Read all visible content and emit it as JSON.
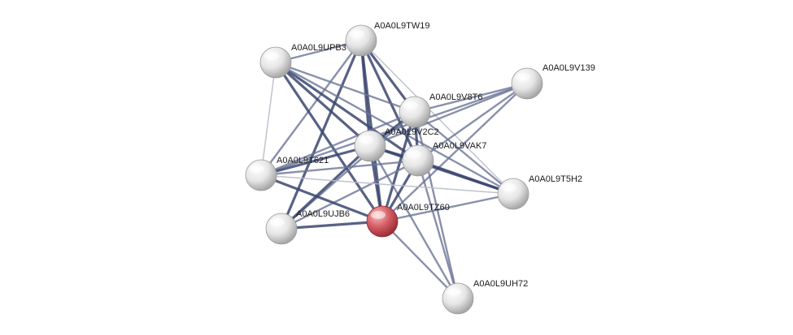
{
  "network": {
    "colors": {
      "background": "#ffffff",
      "edge_strong": "#3b4770",
      "edge_medium": "#6a7496",
      "edge_light": "#b9bdc8",
      "node_default": "#d9d9d9",
      "node_query": "#d2555c"
    },
    "nodes": [
      {
        "id": "n_tw19",
        "label": "A0A0L9TW19",
        "query": false
      },
      {
        "id": "n_upb3",
        "label": "A0A0L9UPB3",
        "query": false
      },
      {
        "id": "n_v139",
        "label": "A0A0L9V139",
        "query": false
      },
      {
        "id": "n_v8t6",
        "label": "A0A0L9V8T6",
        "query": false
      },
      {
        "id": "n_v2c2",
        "label": "A0A0L9V2C2",
        "query": false
      },
      {
        "id": "n_vak7",
        "label": "A0A0L9VAK7",
        "query": false
      },
      {
        "id": "n_t621",
        "label": "A0A0L9T621",
        "query": false
      },
      {
        "id": "n_t5h2",
        "label": "A0A0L9T5H2",
        "query": false
      },
      {
        "id": "n_ujb6",
        "label": "A0A0L9UJB6",
        "query": false
      },
      {
        "id": "n_tz60",
        "label": "A0A0L9TZ60",
        "query": true
      },
      {
        "id": "n_uh72",
        "label": "A0A0L9UH72",
        "query": false
      }
    ],
    "edges": [
      {
        "source": "n_tw19",
        "target": "n_upb3",
        "strength": "medium"
      },
      {
        "source": "n_tw19",
        "target": "n_v2c2",
        "strength": "strong"
      },
      {
        "source": "n_tw19",
        "target": "n_vak7",
        "strength": "strong"
      },
      {
        "source": "n_tw19",
        "target": "n_v8t6",
        "strength": "strong"
      },
      {
        "source": "n_tw19",
        "target": "n_tz60",
        "strength": "strong"
      },
      {
        "source": "n_tw19",
        "target": "n_ujb6",
        "strength": "strong"
      },
      {
        "source": "n_tw19",
        "target": "n_t621",
        "strength": "medium"
      },
      {
        "source": "n_tw19",
        "target": "n_t5h2",
        "strength": "light"
      },
      {
        "source": "n_upb3",
        "target": "n_v2c2",
        "strength": "strong"
      },
      {
        "source": "n_upb3",
        "target": "n_vak7",
        "strength": "strong"
      },
      {
        "source": "n_upb3",
        "target": "n_v8t6",
        "strength": "medium"
      },
      {
        "source": "n_upb3",
        "target": "n_tz60",
        "strength": "strong"
      },
      {
        "source": "n_upb3",
        "target": "n_t621",
        "strength": "light"
      },
      {
        "source": "n_upb3",
        "target": "n_t5h2",
        "strength": "medium"
      },
      {
        "source": "n_v139",
        "target": "n_v8t6",
        "strength": "medium"
      },
      {
        "source": "n_v139",
        "target": "n_v2c2",
        "strength": "medium"
      },
      {
        "source": "n_v139",
        "target": "n_vak7",
        "strength": "medium"
      },
      {
        "source": "n_v139",
        "target": "n_tz60",
        "strength": "medium"
      },
      {
        "source": "n_v139",
        "target": "n_t621",
        "strength": "medium"
      },
      {
        "source": "n_v8t6",
        "target": "n_v2c2",
        "strength": "strong"
      },
      {
        "source": "n_v8t6",
        "target": "n_vak7",
        "strength": "strong"
      },
      {
        "source": "n_v8t6",
        "target": "n_tz60",
        "strength": "strong"
      },
      {
        "source": "n_v8t6",
        "target": "n_t621",
        "strength": "medium"
      },
      {
        "source": "n_v8t6",
        "target": "n_t5h2",
        "strength": "medium"
      },
      {
        "source": "n_v8t6",
        "target": "n_ujb6",
        "strength": "medium"
      },
      {
        "source": "n_v8t6",
        "target": "n_uh72",
        "strength": "medium"
      },
      {
        "source": "n_v2c2",
        "target": "n_vak7",
        "strength": "strong"
      },
      {
        "source": "n_v2c2",
        "target": "n_tz60",
        "strength": "strong"
      },
      {
        "source": "n_v2c2",
        "target": "n_t621",
        "strength": "strong"
      },
      {
        "source": "n_v2c2",
        "target": "n_ujb6",
        "strength": "strong"
      },
      {
        "source": "n_v2c2",
        "target": "n_t5h2",
        "strength": "strong"
      },
      {
        "source": "n_v2c2",
        "target": "n_uh72",
        "strength": "medium"
      },
      {
        "source": "n_vak7",
        "target": "n_tz60",
        "strength": "strong"
      },
      {
        "source": "n_vak7",
        "target": "n_t621",
        "strength": "medium"
      },
      {
        "source": "n_vak7",
        "target": "n_t5h2",
        "strength": "strong"
      },
      {
        "source": "n_vak7",
        "target": "n_ujb6",
        "strength": "medium"
      },
      {
        "source": "n_vak7",
        "target": "n_uh72",
        "strength": "medium"
      },
      {
        "source": "n_t621",
        "target": "n_tz60",
        "strength": "strong"
      },
      {
        "source": "n_t621",
        "target": "n_t5h2",
        "strength": "light"
      },
      {
        "source": "n_ujb6",
        "target": "n_tz60",
        "strength": "strong"
      },
      {
        "source": "n_tz60",
        "target": "n_t5h2",
        "strength": "medium"
      },
      {
        "source": "n_tz60",
        "target": "n_uh72",
        "strength": "medium"
      }
    ]
  }
}
